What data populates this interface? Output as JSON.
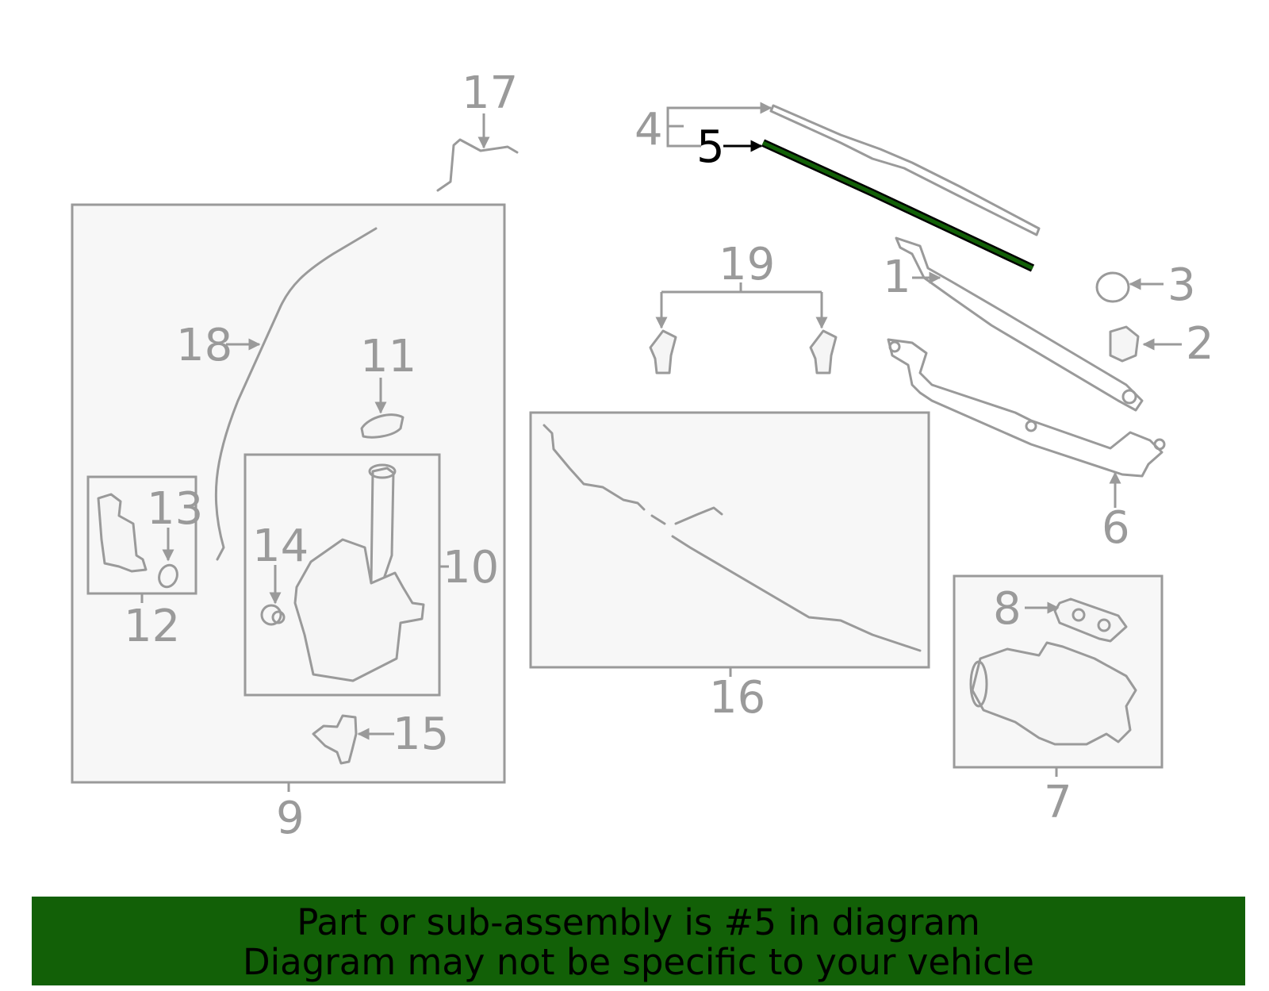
{
  "callouts": {
    "c1": "1",
    "c2": "2",
    "c3": "3",
    "c4": "4",
    "c5": "5",
    "c6": "6",
    "c7": "7",
    "c8": "8",
    "c9": "9",
    "c10": "10",
    "c11": "11",
    "c12": "12",
    "c13": "13",
    "c14": "14",
    "c15": "15",
    "c16": "16",
    "c17": "17",
    "c18": "18",
    "c19": "19"
  },
  "highlighted_part": "5",
  "colors": {
    "highlight": "#126007",
    "line": "#9a9a9a",
    "banner_bg": "#126007"
  },
  "banner": {
    "line1": "Part or sub-assembly is #5 in diagram",
    "line2": "Diagram may not be specific to your vehicle"
  }
}
